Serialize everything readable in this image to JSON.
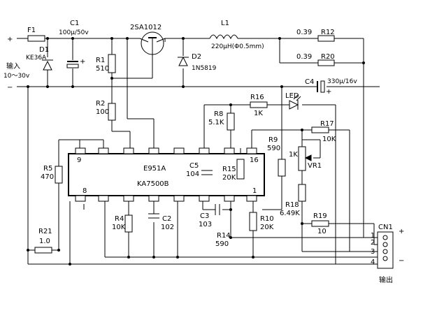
{
  "labels": {
    "F1": "F1",
    "C1": "C1",
    "C1_val": "100μ/50v",
    "Q1": "2SA1012",
    "L1": "L1",
    "L1_val": "220μH(Φ0.5mm)",
    "R12_val": "0.39",
    "R12": "R12",
    "R20_val": "0.39",
    "R20": "R20",
    "D1": "D1",
    "D1_val": "KE36A",
    "R1": "R1",
    "R1_val": "510",
    "D2": "D2",
    "D2_val": "1N5819",
    "input": "输入",
    "input_range": "10〜30v",
    "C4": "C4",
    "C4_val": "330μ/16v",
    "R2": "R2",
    "R2_val": "100",
    "R16": "R16",
    "R16_val": "1K",
    "LED": "LED",
    "R8": "R8",
    "R8_val": "5.1K",
    "R17": "R17",
    "R17_val": "10K",
    "R9": "R9",
    "R9_val": "590",
    "VR1": "VR1",
    "VR1_val": "1K",
    "pin9": "9",
    "pin16": "16",
    "pin8": "8",
    "pin1": "1",
    "ic_code": "E951A",
    "ic_name": "KA7500B",
    "R5": "R5",
    "R5_val": "470",
    "C5": "C5",
    "C5_val": "104",
    "R15": "R15",
    "R15_val": "20K",
    "R4": "R4",
    "R4_val": "10K",
    "C2": "C2",
    "C2_val": "102",
    "C3": "C3",
    "C3_val": "103",
    "R18": "R18",
    "R18_val": "6.49K",
    "R10": "R10",
    "R10_val": "20K",
    "R19": "R19",
    "R19_val": "10",
    "R14": "R14",
    "R14_val": "590",
    "R21": "R21",
    "R21_val": "1.0",
    "CN1": "CN1",
    "cn_pin1": "1",
    "cn_pin2": "2",
    "cn_pin3": "3",
    "cn_pin4": "4",
    "output": "输出",
    "plus": "+",
    "minus": "−",
    "in_plus": "+",
    "in_minus": "−",
    "c1_plus": "+",
    "c4_plus": "+"
  }
}
